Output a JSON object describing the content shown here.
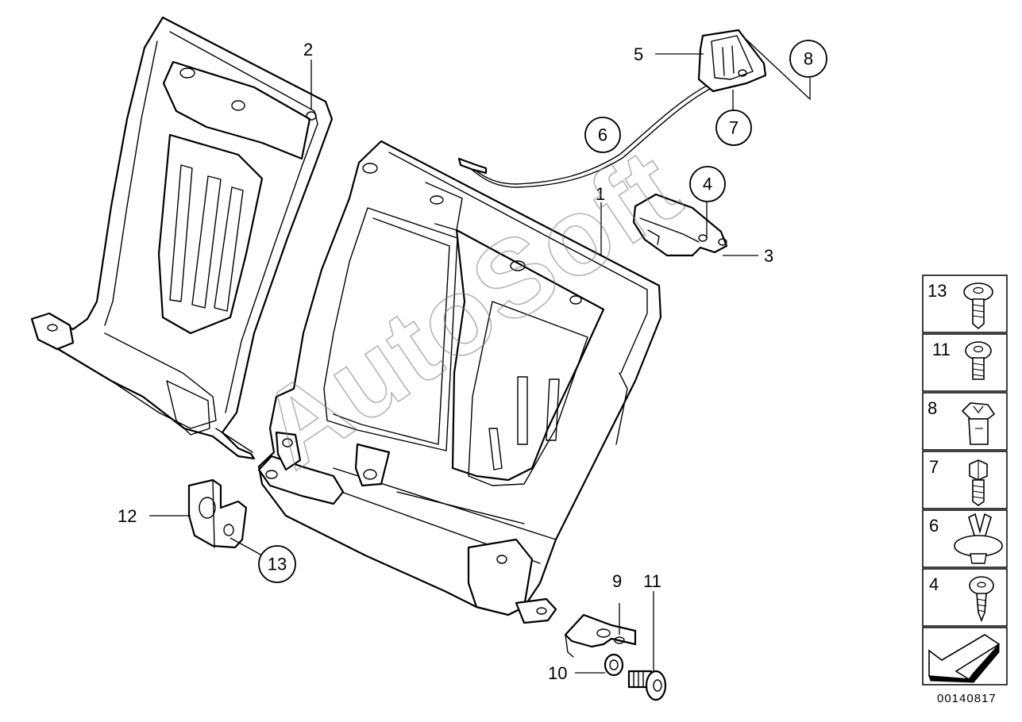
{
  "diagram": {
    "callouts": {
      "c1": "1",
      "c2": "2",
      "c3": "3",
      "c4": "4",
      "c5": "5",
      "c6": "6",
      "c7": "7",
      "c8": "8",
      "c9": "9",
      "c10": "10",
      "c11": "11",
      "c12": "12",
      "c13": "13"
    },
    "watermark": "AutoSoft"
  },
  "legend": {
    "items": [
      {
        "num": "13",
        "icon": "torx-bolt-icon"
      },
      {
        "num": "11",
        "icon": "torx-bolt-short-icon"
      },
      {
        "num": "8",
        "icon": "clip-nut-icon"
      },
      {
        "num": "7",
        "icon": "hex-bolt-icon"
      },
      {
        "num": "6",
        "icon": "expanding-rivet-icon"
      },
      {
        "num": "4",
        "icon": "self-tapping-screw-icon"
      }
    ],
    "arrow_icon": "direction-arrow-icon"
  },
  "document_number": "00140817"
}
